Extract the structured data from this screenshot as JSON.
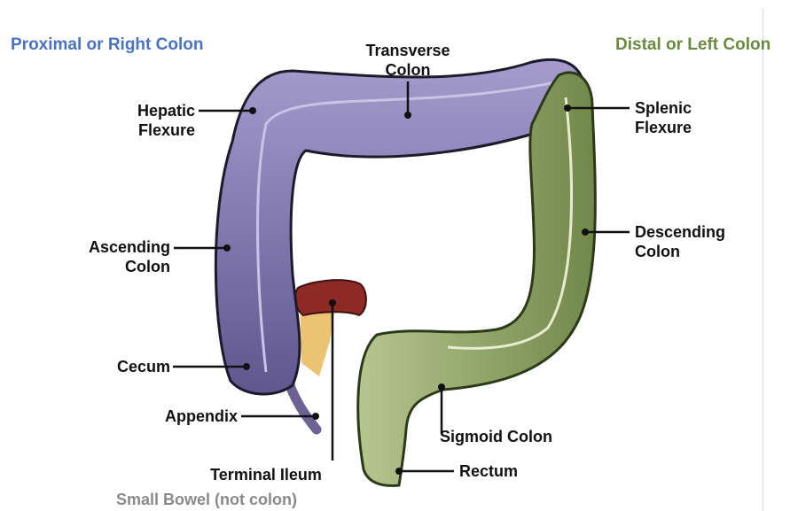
{
  "headings": {
    "proximal": "Proximal or Right Colon",
    "distal": "Distal or Left Colon"
  },
  "labels": {
    "transverse": [
      "Transverse",
      "Colon"
    ],
    "hepatic": [
      "Hepatic",
      "Flexure"
    ],
    "splenic": [
      "Splenic",
      "Flexure"
    ],
    "ascending": [
      "Ascending",
      "Colon"
    ],
    "descending": [
      "Descending",
      "Colon"
    ],
    "cecum": "Cecum",
    "appendix": "Appendix",
    "sigmoid": "Sigmoid Colon",
    "rectum": "Rectum",
    "terminal_ileum": "Terminal Ileum",
    "small_bowel": "Small Bowel (not colon)"
  },
  "colors": {
    "proximal": "#4a72c4",
    "distal": "#6b8a3f",
    "colon_purple": "#7d72a8",
    "colon_green": "#93a86c",
    "ileum_red": "#8e2a26"
  }
}
